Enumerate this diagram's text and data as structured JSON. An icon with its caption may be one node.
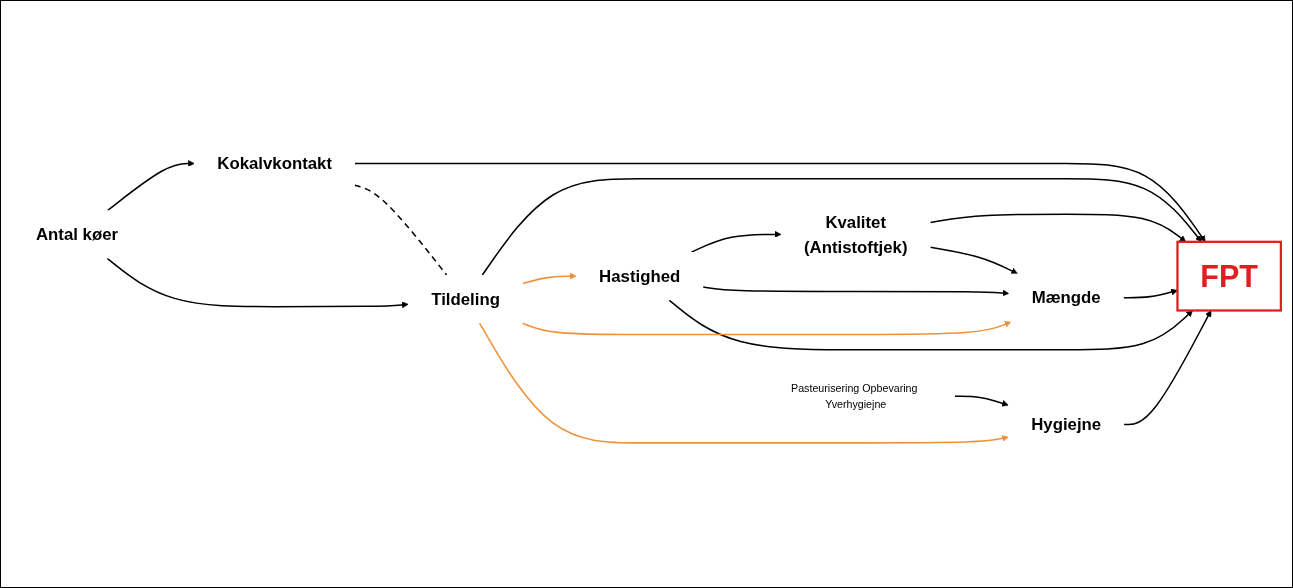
{
  "diagram": {
    "nodes": [
      {
        "text": [
          "Kokalvkontakt"
        ]
      },
      {
        "text": [
          "FPT"
        ]
      },
      {
        "text": [
          "Antal køer"
        ]
      },
      {
        "text": [
          "Tildeling"
        ]
      },
      {
        "text": [
          "Kvalitet",
          "(Antistoftjek)"
        ]
      },
      {
        "text": [
          "Mængde"
        ]
      },
      {
        "text": [
          "Hastighed"
        ]
      },
      {
        "text": [
          "Hygiejne"
        ]
      },
      {
        "text": [
          "Pasteurisering Opbevaring Yverhygiejne"
        ]
      }
    ],
    "edges": [
      {
        "from": 0,
        "to": 1,
        "arrow": "to"
      },
      {
        "from": 0,
        "to": 3,
        "arrow": "none",
        "style": "dashed"
      },
      {
        "from": 2,
        "to": 0,
        "arrow": "to"
      },
      {
        "from": 2,
        "to": 3,
        "arrow": "to"
      },
      {
        "from": 3,
        "to": 1,
        "arrow": "to"
      },
      {
        "from": 4,
        "to": 1,
        "arrow": "to"
      },
      {
        "from": 5,
        "to": 1,
        "arrow": "to"
      },
      {
        "from": 6,
        "to": 1,
        "arrow": "to"
      },
      {
        "from": 7,
        "to": 1,
        "arrow": "to"
      },
      {
        "from": 8,
        "to": 7,
        "arrow": "to"
      },
      {
        "from": 4,
        "to": 5,
        "arrow": "to"
      },
      {
        "from": 6,
        "to": 5,
        "arrow": "to"
      },
      {
        "from": 6,
        "to": 4,
        "arrow": "to"
      },
      {
        "from": 3,
        "to": 7,
        "arrow": "to",
        "color": "#f0913a"
      },
      {
        "from": 3,
        "to": 5,
        "arrow": "to",
        "color": "#f0913a"
      },
      {
        "from": 3,
        "to": 6,
        "arrow": "to",
        "color": "#f0913a"
      }
    ]
  }
}
